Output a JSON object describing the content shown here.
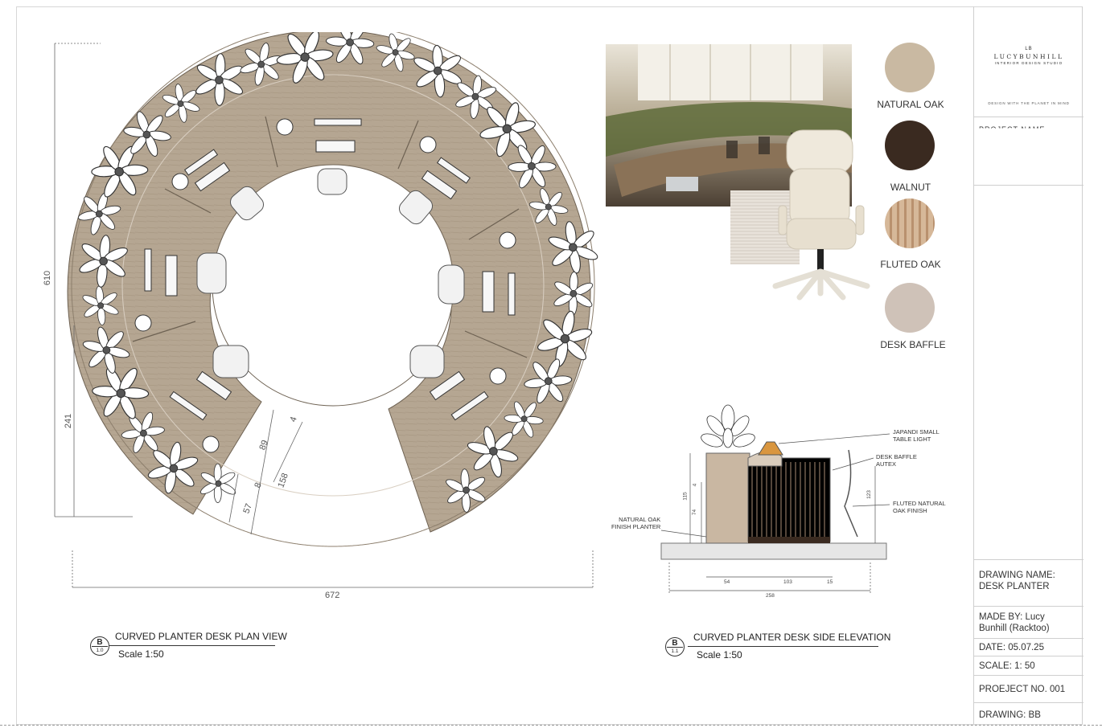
{
  "title_block": {
    "logo_monogram": "LB",
    "logo_name": "LUCYBUNHILL",
    "logo_subtitle": "INTERIOR DESIGN STUDIO",
    "logo_tagline": "DESIGN WITH THE PLANET IN MIND",
    "project_heading": "PROJECT NAME",
    "drawing_name": "DRAWING NAME:\nDESK PLANTER",
    "made_by": "MADE BY: Lucy\nBunhill (Racktoo)",
    "date": "DATE: 05.07.25",
    "scale": "SCALE: 1: 50",
    "project_no": "PROEJECT NO. 001",
    "drawing_by": "DRAWING: BB"
  },
  "materials": [
    {
      "label": "NATURAL OAK",
      "color": "#c9b9a2"
    },
    {
      "label": "WALNUT",
      "color": "#3a2a20"
    },
    {
      "label": "FLUTED OAK",
      "color": "#c9a98a"
    },
    {
      "label": "DESK BAFFLE",
      "color": "#cfc2b8"
    }
  ],
  "plan_view": {
    "bubble_top": "B",
    "bubble_bottom": "1.0",
    "title": "CURVED PLANTER DESK PLAN VIEW",
    "scale": "Scale 1:50",
    "dimensions": {
      "width": "672",
      "height": "610",
      "lower_height": "241",
      "opening_a": "89",
      "opening_b": "158",
      "opening_c": "8",
      "opening_d": "57",
      "opening_e": "4"
    },
    "desk_color": "#b7a895"
  },
  "elevation": {
    "bubble_top": "B",
    "bubble_bottom": "1.1",
    "title": "CURVED PLANTER DESK SIDE ELEVATION",
    "scale": "Scale 1:50",
    "notes": {
      "light": "JAPANDI SMALL\nTABLE LIGHT",
      "baffle": "DESK BAFFLE\nAUTEX",
      "fluted": "FLUTED NATURAL\nOAK FINISH",
      "planter": "NATURAL OAK\nFINISH PLANTER"
    },
    "dims": {
      "total": "258",
      "a": "54",
      "b": "103",
      "c": "15",
      "h1": "115",
      "h2": "74",
      "h3": "4",
      "h4": "123"
    }
  }
}
